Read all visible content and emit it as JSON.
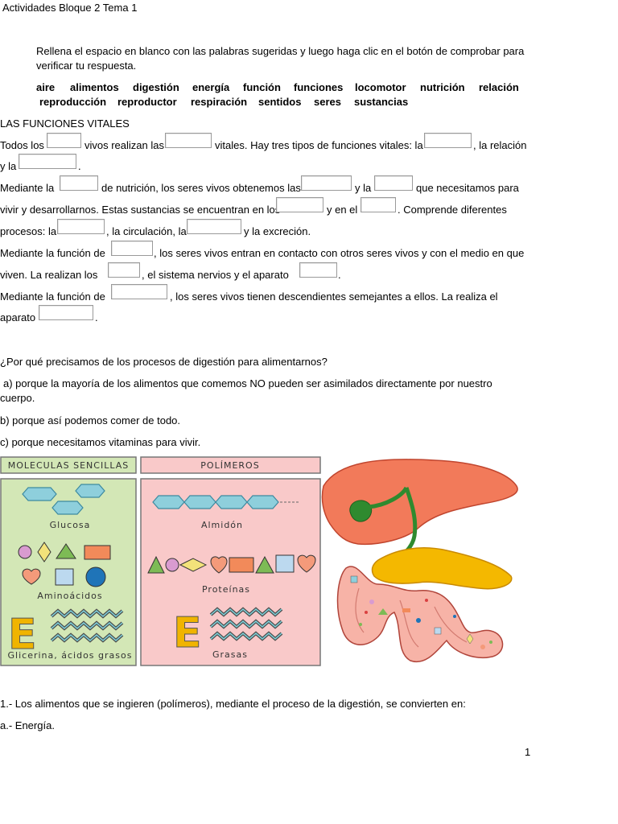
{
  "header": {
    "title": "Actividades Bloque 2 Tema 1"
  },
  "instructions": {
    "line1": "Rellena el espacio en blanco con las palabras sugeridas y luego haga clic en el botón de comprobar para",
    "line2": "verificar tu respuesta."
  },
  "word_bank": {
    "row1": [
      "aire",
      "alimentos",
      "digestión",
      "energía",
      "función",
      "funciones",
      "locomotor",
      "nutrición",
      "relación"
    ],
    "row2": [
      "reproducción",
      "reproductor",
      "respiración",
      "sentidos",
      "seres",
      "sustancias"
    ]
  },
  "section_title": "LAS FUNCIONES VITALES",
  "paragraph": {
    "l1a": "Todos los",
    "l1b": "vivos realizan las",
    "l1c": "vitales. Hay tres tipos de funciones vitales: la",
    "l1d": ", la relación",
    "l2a": "y la",
    "l2b": ".",
    "l3a": "Mediante la",
    "l3b": "de nutrición, los seres vivos obtenemos las",
    "l3c": "y la",
    "l3d": "que necesitamos para",
    "l4a": "vivir y desarrollarnos. Estas sustancias se encuentran en los",
    "l4b": "y en el",
    "l4c": ". Comprende diferentes",
    "l5a": "procesos: la",
    "l5b": ", la circulación, la",
    "l5c": "y la excreción.",
    "l6a": "Mediante la función de",
    "l6b": ", los seres vivos entran en contacto con otros seres vivos y con el medio en que",
    "l7a": "viven. La realizan los",
    "l7b": ", el sistema nervios y el aparato",
    "l7c": ".",
    "l8a": "Mediante la función de",
    "l8b": ", los seres vivos tienen descendientes semejantes a ellos. La realiza el",
    "l9a": "aparato",
    "l9b": "."
  },
  "question": {
    "text": "¿Por qué precisamos de los procesos de digestión para alimentarnos?",
    "a_line1": "a)  porque la mayoría de los alimentos que comemos NO pueden ser asimilados directamente por nuestro",
    "a_line2": "cuerpo.",
    "b": "b)   porque así podemos comer de todo.",
    "c": "c)  porque necesitamos vitaminas para vivir."
  },
  "figure": {
    "left_header": "MOLECULAS SENCILLAS",
    "right_header": "POLÍMEROS",
    "glucosa": "Glucosa",
    "aminoacidos": "Aminoácidos",
    "glicerina": "Glicerina, ácidos grasos",
    "almidon": "Almidón",
    "proteinas": "Proteínas",
    "grasas": "Grasas",
    "letter_e": "E",
    "colors": {
      "left_bg": "#d3e7b6",
      "right_bg": "#f9c9c9",
      "liver": "#f27a5a",
      "pancreas": "#f4b800",
      "intestine": "#f7b3a7"
    }
  },
  "question2": {
    "text": "1.- Los alimentos que se ingieren (polímeros), mediante el proceso de la digestión, se convierten en:",
    "option_a": "a.-    Energía."
  },
  "footer": {
    "page_number": "1"
  }
}
